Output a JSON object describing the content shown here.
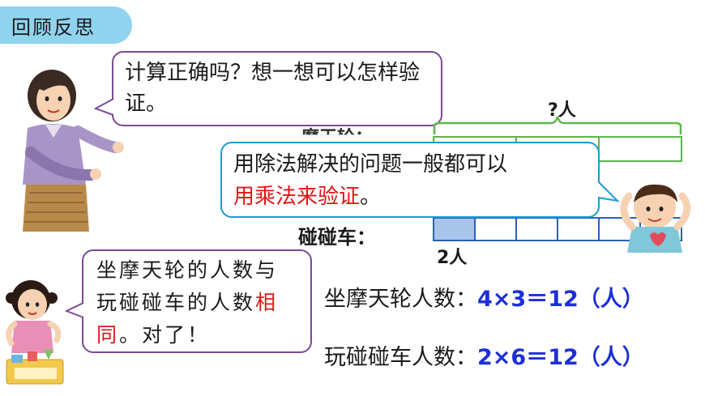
{
  "header": {
    "tag": "回顾反思"
  },
  "teacher": {
    "bubble": "计算正确吗？想一想可以怎样验证。"
  },
  "boy": {
    "bubble_normal": "用除法解决的问题一般都可以",
    "bubble_red": "用乘法来验证",
    "bubble_end": "。"
  },
  "girl": {
    "bubble_a": "坐摩天轮的人数与玩碰碰车的人数",
    "bubble_red": "相同",
    "bubble_b": "。对了！"
  },
  "diagram": {
    "top_label": "?人",
    "wheel_label": "摩天轮：",
    "car_label": "碰碰车：",
    "bottom_label": "2人",
    "top_segments": 3,
    "bottom_segments": 6,
    "bottom_filled": 1
  },
  "equations": {
    "line1_prefix": "坐摩天轮人数：",
    "line1_expr": "4×3＝12（人）",
    "line2_prefix": "玩碰碰车人数：",
    "line2_expr": "2×6＝12（人）"
  },
  "colors": {
    "tag_bg": "#8fd3ef",
    "highlight_red": "#e01515",
    "equation_blue": "#1d2fd6",
    "top_bar_green": "#5ab84a",
    "bottom_bar_blue": "#2d5fbd"
  }
}
